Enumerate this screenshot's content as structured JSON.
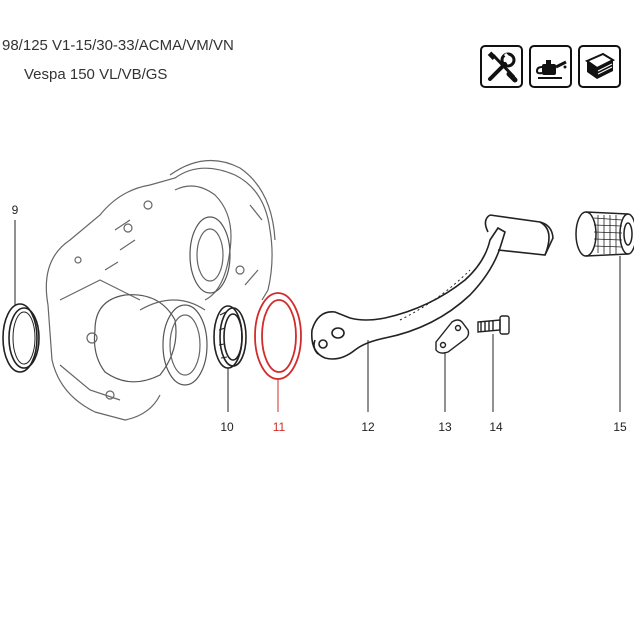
{
  "header": {
    "line1": "98/125 V1-15/30-33/ACMA/VM/VN",
    "line2": "Vespa 150 VL/VB/GS"
  },
  "toolbar": {
    "icons": [
      "tools-icon",
      "oil-can-icon",
      "manual-book-icon"
    ]
  },
  "callouts": {
    "p9": "9",
    "p10": "10",
    "p11": "11",
    "p12": "12",
    "p13": "13",
    "p14": "14",
    "p15": "15"
  },
  "colors": {
    "highlight": "#d22b2b",
    "line": "#222222"
  }
}
